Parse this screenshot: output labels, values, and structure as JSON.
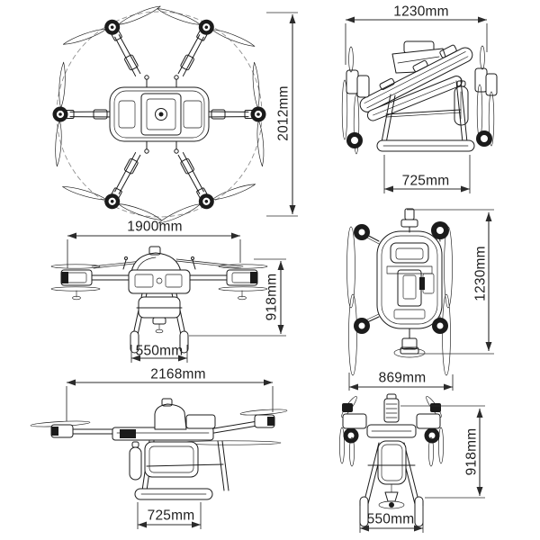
{
  "unit": "mm",
  "accent_colors": {
    "line": "#1b1b1b",
    "dimension": "#2b2b2b",
    "prop_circle_dashed": "#8f8f8f"
  },
  "views": {
    "top_unfolded": {
      "dims": {
        "height": "2012mm"
      }
    },
    "side_folded": {
      "dims": {
        "width": "1230mm",
        "skid": "725mm"
      }
    },
    "front_unfolded": {
      "dims": {
        "width": "1900mm",
        "height": "918mm",
        "skid": "550mm"
      }
    },
    "top_folded": {
      "dims": {
        "length": "1230mm",
        "width": "869mm"
      }
    },
    "side_unfolded": {
      "dims": {
        "width": "2168mm",
        "skid": "725mm"
      }
    },
    "front_folded": {
      "dims": {
        "height": "918mm",
        "skid": "550mm"
      }
    }
  }
}
